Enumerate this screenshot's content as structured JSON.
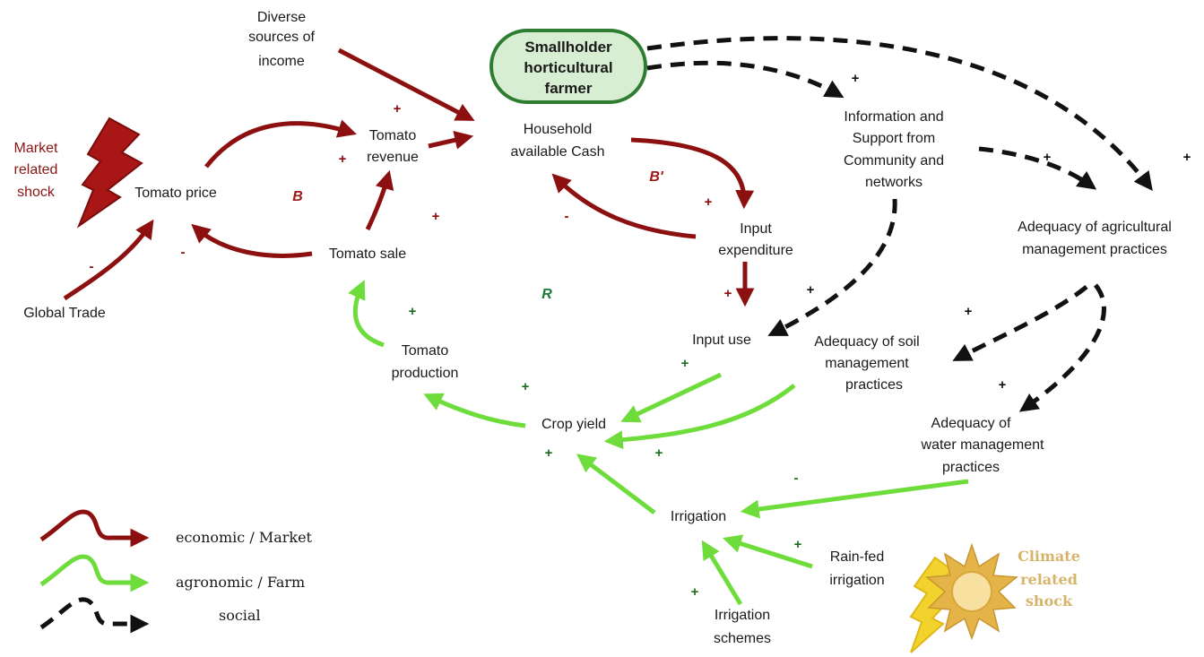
{
  "nodes": {
    "farmer": [
      "Smallholder",
      "horticultural",
      "farmer"
    ],
    "diverse_income": [
      "Diverse",
      "sources of",
      "income"
    ],
    "household_cash": [
      "Household",
      "available Cash"
    ],
    "tomato_revenue": [
      "Tomato",
      "revenue"
    ],
    "tomato_price": "Tomato price",
    "tomato_sale": "Tomato sale",
    "global_trade": "Global Trade",
    "input_expenditure": [
      "Input",
      "expenditure"
    ],
    "input_use": "Input use",
    "tomato_production": [
      "Tomato",
      "production"
    ],
    "crop_yield": "Crop yield",
    "irrigation": "Irrigation",
    "rainfed": [
      "Rain-fed",
      "irrigation"
    ],
    "irrigation_schemes": [
      "Irrigation",
      "schemes"
    ],
    "info_support": [
      "Information and",
      "Support from",
      "Community and",
      "networks"
    ],
    "adequacy_agri": [
      "Adequacy of agricultural",
      "management practices"
    ],
    "adequacy_soil": [
      "Adequacy of soil",
      "management",
      "practices"
    ],
    "adequacy_water": [
      "Adequacy  of",
      "water management",
      "practices"
    ]
  },
  "shocks": {
    "market": [
      "Market",
      "related",
      "shock"
    ],
    "climate": [
      "Climate",
      "related",
      "shock"
    ]
  },
  "loops": {
    "b": "B",
    "b_prime": "B'",
    "r": "R"
  },
  "signs": {
    "plus": "+",
    "minus": "-"
  },
  "legend": {
    "economic": "economic / Market",
    "agronomic": "agronomic / Farm",
    "social": "social"
  },
  "colors": {
    "economic": "#8c1010",
    "agronomic": "#6edc3a",
    "social": "#111111",
    "farmer_fill": "#d8eed3",
    "farmer_border": "#2e7d32",
    "market_shock": "#8b1414",
    "climate_shock": "#d6b46a"
  }
}
